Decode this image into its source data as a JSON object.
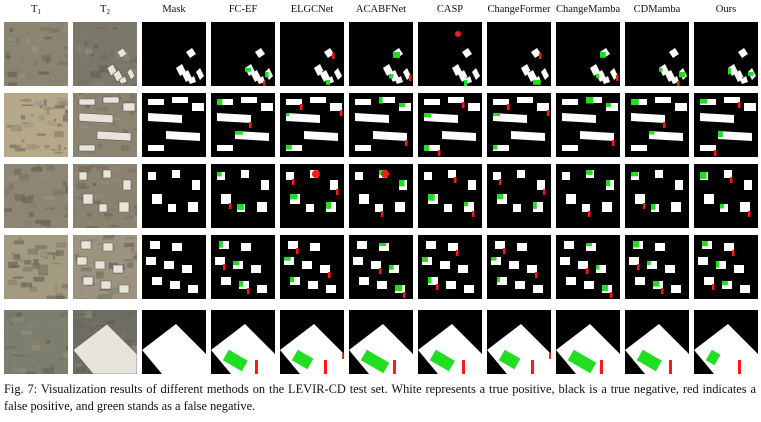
{
  "figure": {
    "columns": [
      {
        "key": "t1",
        "main": "T",
        "sub": "1"
      },
      {
        "key": "t2",
        "main": "T",
        "sub": "2"
      },
      {
        "key": "mask",
        "main": "Mask"
      },
      {
        "key": "fc_ef",
        "main": "FC-EF"
      },
      {
        "key": "elgcnet",
        "main": "ELGCNet"
      },
      {
        "key": "acabfnet",
        "main": "ACABFNet"
      },
      {
        "key": "casp",
        "main": "CASP"
      },
      {
        "key": "changeformer",
        "main": "ChangeFormer"
      },
      {
        "key": "changemamba",
        "main": "ChangeMamba"
      },
      {
        "key": "cdmamba",
        "main": "CDMamba"
      },
      {
        "key": "ours",
        "main": "Ours"
      }
    ],
    "row_count": 5,
    "legend_colors": {
      "true_positive": "#ffffff",
      "true_negative": "#000000",
      "false_positive": "#ff1a1a",
      "false_negative": "#22dd22"
    }
  },
  "caption": "Fig. 7: Visualization results of different methods on the LEVIR-CD test set. White represents a true positive, black is a true negative, red indicates a false positive, and green stands as a false negative."
}
